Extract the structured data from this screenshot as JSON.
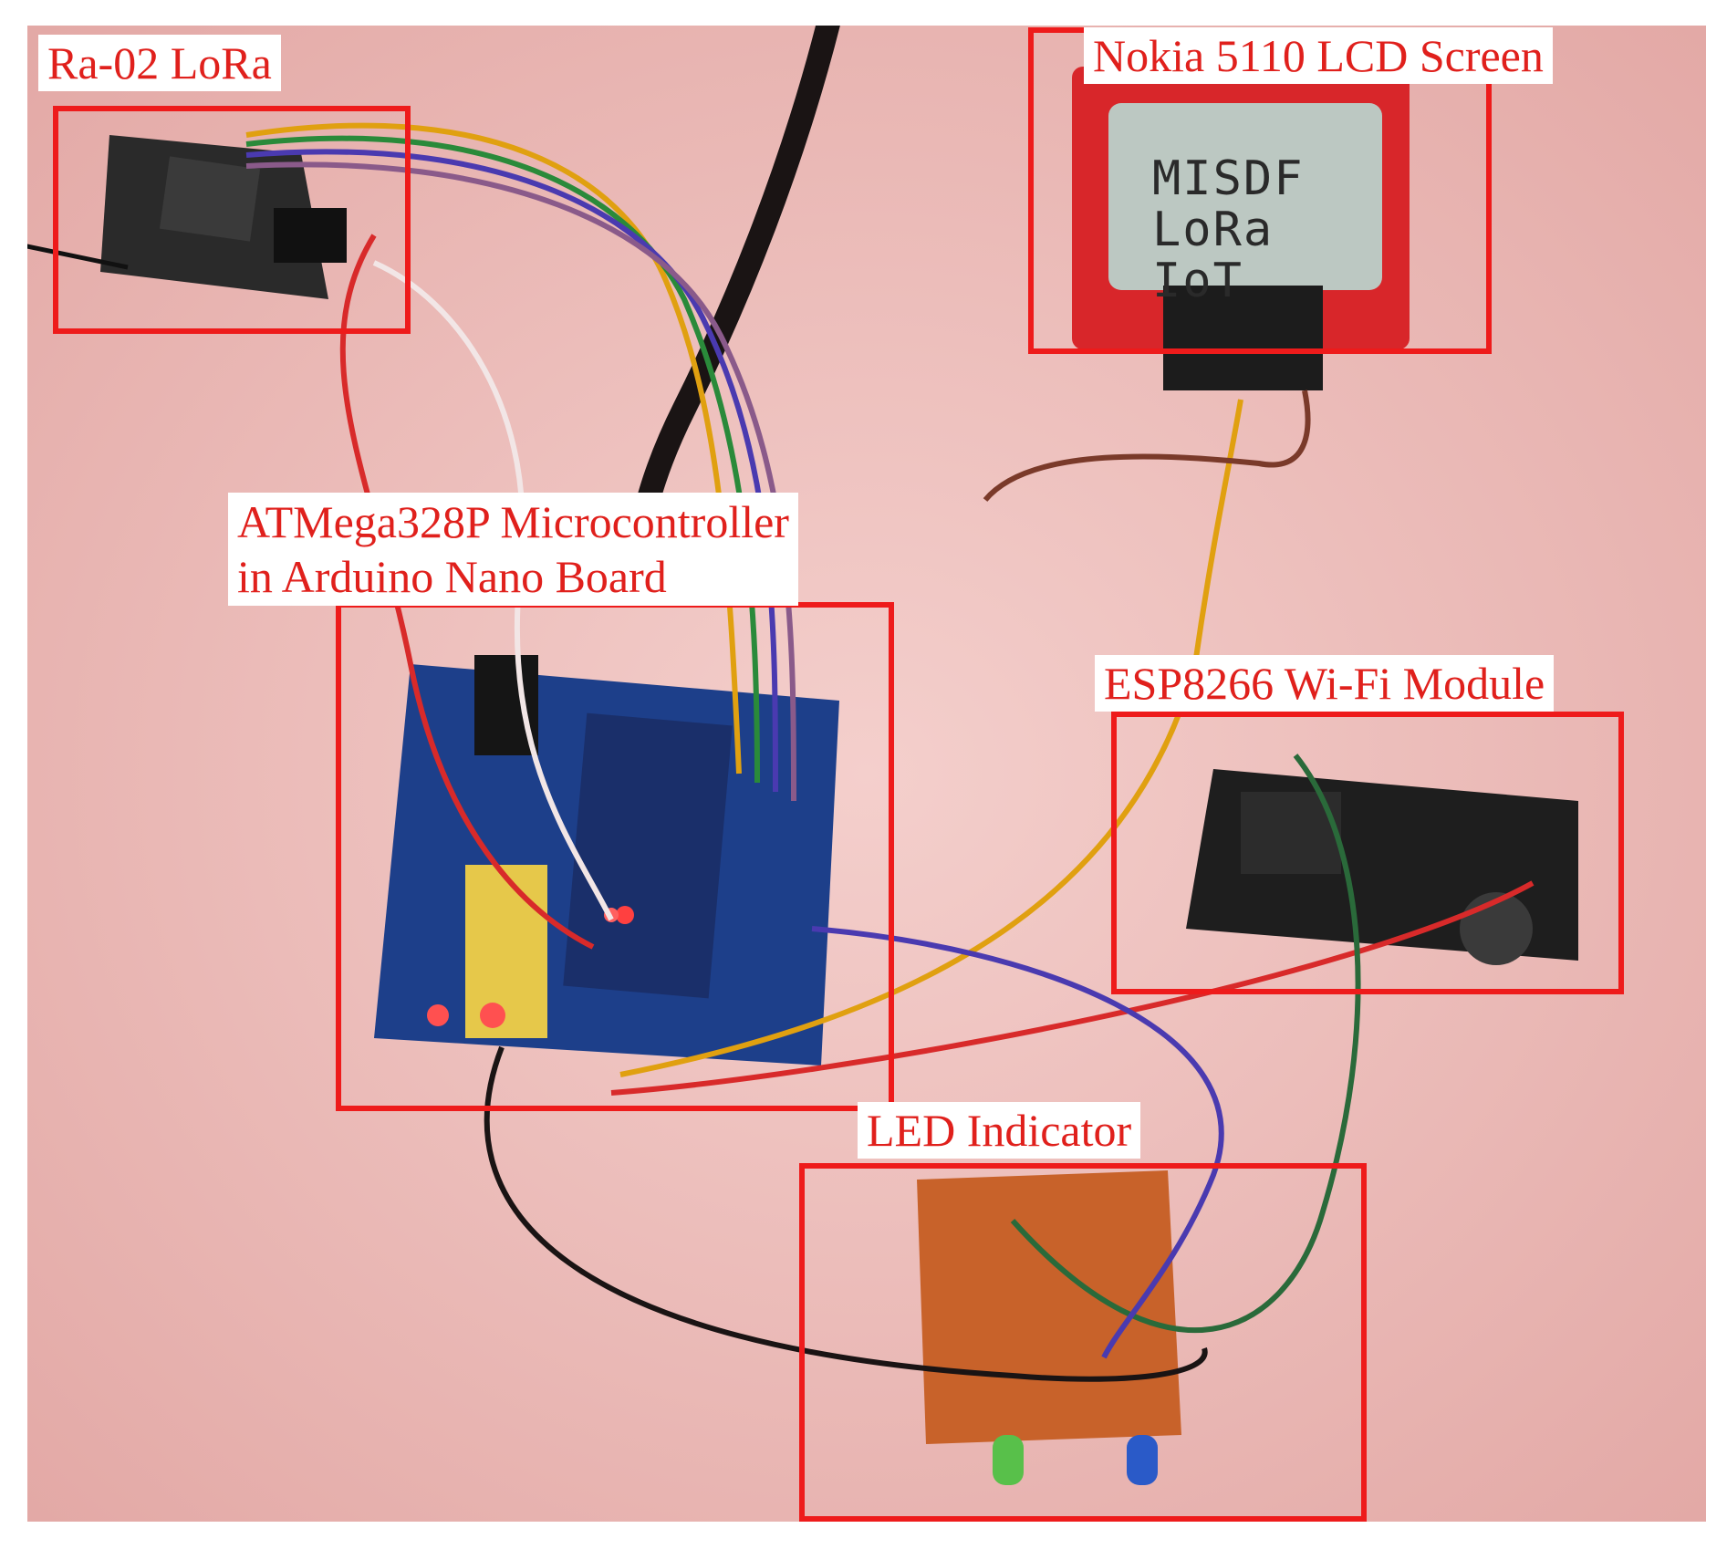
{
  "figure": {
    "labels": {
      "lora": "Ra-02 LoRa",
      "lcd": "Nokia 5110 LCD Screen",
      "mcu_line1": "ATMega328P Microcontroller",
      "mcu_line2": "in Arduino Nano Board",
      "wifi": "ESP8266 Wi-Fi Module",
      "led": "LED Indicator"
    },
    "lcd_screen": {
      "line1": "MISDF",
      "line2": "LoRa",
      "line3": "IoT"
    },
    "colors": {
      "annotation": "#e0201c",
      "background_cloth": "#ebb8b5",
      "pcb_blue": "#1d3f8a",
      "lcd_board": "#d8262a",
      "led_board": "#c8622a"
    }
  }
}
